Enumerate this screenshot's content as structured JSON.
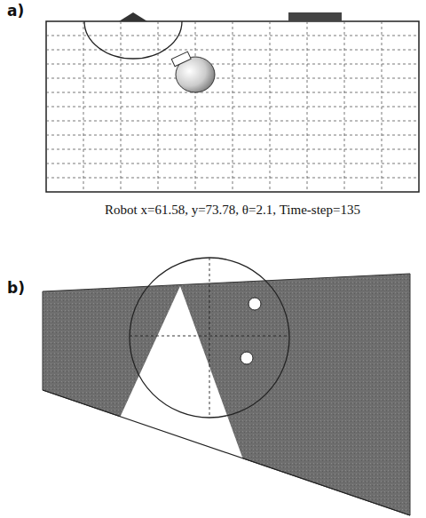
{
  "diagram": {
    "labels": [
      "a)",
      "Robot x=61.58, y=73.78, θ=2.1, Time-step=135",
      "b)"
    ]
  }
}
